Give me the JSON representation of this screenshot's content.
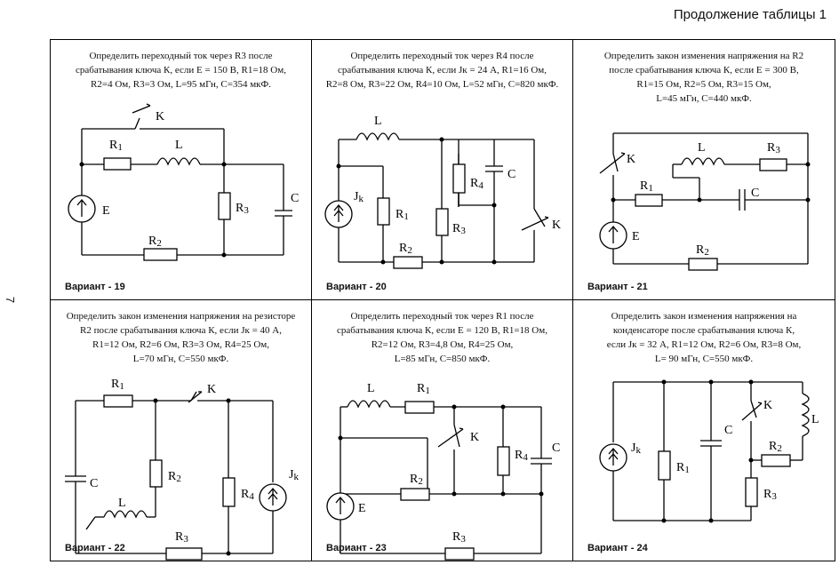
{
  "page_header": "Продолжение таблицы 1",
  "page_number": "7",
  "cells": [
    {
      "task": "Определить переходный ток через R3 после\nсрабатывания ключа К, если E = 150 В, R1=18 Ом,\nR2=4 Ом, R3=3 Ом,  L=95 мГн, C=354 мкФ.",
      "variant": "Вариант - 19",
      "labels": {
        "k": "K",
        "r1": "R1",
        "l": "L",
        "r3": "R3",
        "c": "C",
        "e": "E",
        "r2": "R2"
      }
    },
    {
      "task": "Определить переходный ток через R4 после\nсрабатывания ключа К, если Jк = 24 А, R1=16 Ом,\nR2=8 Ом, R3=22 Ом,  R4=10 Ом, L=52 мГн, C=820 мкФ.",
      "variant": "Вариант - 20",
      "labels": {
        "l": "L",
        "jk": "Jk",
        "r1": "R1",
        "r2": "R2",
        "r4": "R4",
        "r3": "R3",
        "c": "C",
        "k": "K"
      }
    },
    {
      "task": "Определить закон изменения напряжения на R2\nпосле срабатывания ключа К, если  E = 300 В,\nR1=15 Ом,  R2=5 Ом,  R3=15 Ом,\nL=45 мГн,   C=440 мкФ.",
      "variant": "Вариант - 21",
      "labels": {
        "k": "K",
        "l": "L",
        "r3": "R3",
        "r1": "R1",
        "c": "C",
        "e": "E",
        "r2": "R2"
      }
    },
    {
      "task": "Определить закон изменения напряжения на резисторе\nR2 после срабатывания ключа К, если Jк = 40 А,\nR1=12 Ом,  R2=6 Ом,  R3=3 Ом,  R4=25 Ом,\nL=70 мГн,  C=550 мкФ.",
      "variant": "Вариант - 22",
      "labels": {
        "r1": "R1",
        "k": "K",
        "jk": "Jk",
        "c": "C",
        "r2": "R2",
        "l": "L",
        "r4": "R4",
        "r3": "R3"
      }
    },
    {
      "task": "Определить переходный ток через R1 после\nсрабатывания ключа К, если E = 120 В,  R1=18 Ом,\nR2=12 Ом,  R3=4,8 Ом,  R4=25 Ом,\nL=85 мГн,   C=850 мкФ.",
      "variant": "Вариант - 23",
      "labels": {
        "l": "L",
        "r1": "R1",
        "k": "K",
        "r4": "R4",
        "c": "C",
        "e": "E",
        "r2": "R2",
        "r3": "R3"
      }
    },
    {
      "task": "Определить закон изменения напряжения на\nконденсаторе после срабатывания ключа К,\nесли Jк = 32 А,  R1=12 Ом,  R2=6 Ом,  R3=8 Ом,\nL= 90 мГн,  C=550 мкФ.",
      "variant": "Вариант - 24",
      "labels": {
        "jk": "Jk",
        "r1": "R1",
        "c": "C",
        "k": "K",
        "l": "L",
        "r2": "R2",
        "r3": "R3"
      }
    }
  ]
}
